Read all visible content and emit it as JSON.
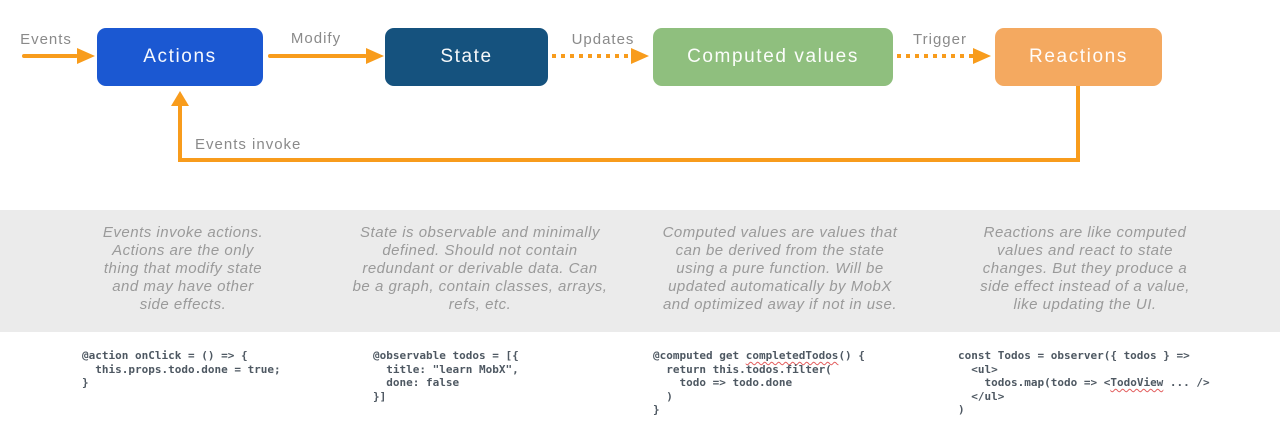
{
  "diagram": {
    "arrow_color": "#F89C1C",
    "nodes": [
      {
        "id": "actions",
        "label": "Actions",
        "color": "#1B58D2"
      },
      {
        "id": "state",
        "label": "State",
        "color": "#15527E"
      },
      {
        "id": "computed-values",
        "label": "Computed values",
        "color": "#8FBF7E"
      },
      {
        "id": "reactions",
        "label": "Reactions",
        "color": "#F4A960"
      }
    ],
    "edge_labels": {
      "events": "Events",
      "modify": "Modify",
      "updates": "Updates",
      "trigger": "Trigger",
      "feedback": "Events invoke"
    }
  },
  "descriptions": [
    {
      "text": "Events invoke actions.\nActions are the only\nthing that modify state\nand may have other\nside effects."
    },
    {
      "text": "State is observable and minimally\ndefined. Should not contain\nredundant or derivable data. Can\nbe a graph, contain classes, arrays,\nrefs, etc."
    },
    {
      "text": "Computed values are values that\ncan be derived from the state\nusing a pure function. Will be\nupdated automatically by MobX\nand optimized away if not in use."
    },
    {
      "text": "Reactions are like computed\nvalues and react to state\nchanges. But they produce a\nside effect instead of a value,\nlike updating the UI."
    }
  ],
  "code_samples": [
    {
      "pre": "@action onClick = () => {\n  this.props.todo.done = true;\n}",
      "misspelled": "",
      "post": ""
    },
    {
      "pre": "@observable todos = [{\n  title: \"learn MobX\",\n  done: false\n}]",
      "misspelled": "",
      "post": ""
    },
    {
      "pre": "@computed get ",
      "misspelled": "completedTodos",
      "post": "() {\n  return this.todos.filter(\n    todo => todo.done\n  )\n}"
    },
    {
      "pre": "const Todos = observer({ todos } =>\n  <ul>\n    todos.map(todo => <",
      "misspelled": "TodoView",
      "post": " ... />\n  </ul>\n)"
    }
  ],
  "colors": {
    "band_background": "#EBEBEB",
    "description_text": "#9A9A9A",
    "edge_label_text": "#8A8A8A",
    "code_text": "#4E5862",
    "spellcheck_underline": "#E25C5C"
  }
}
